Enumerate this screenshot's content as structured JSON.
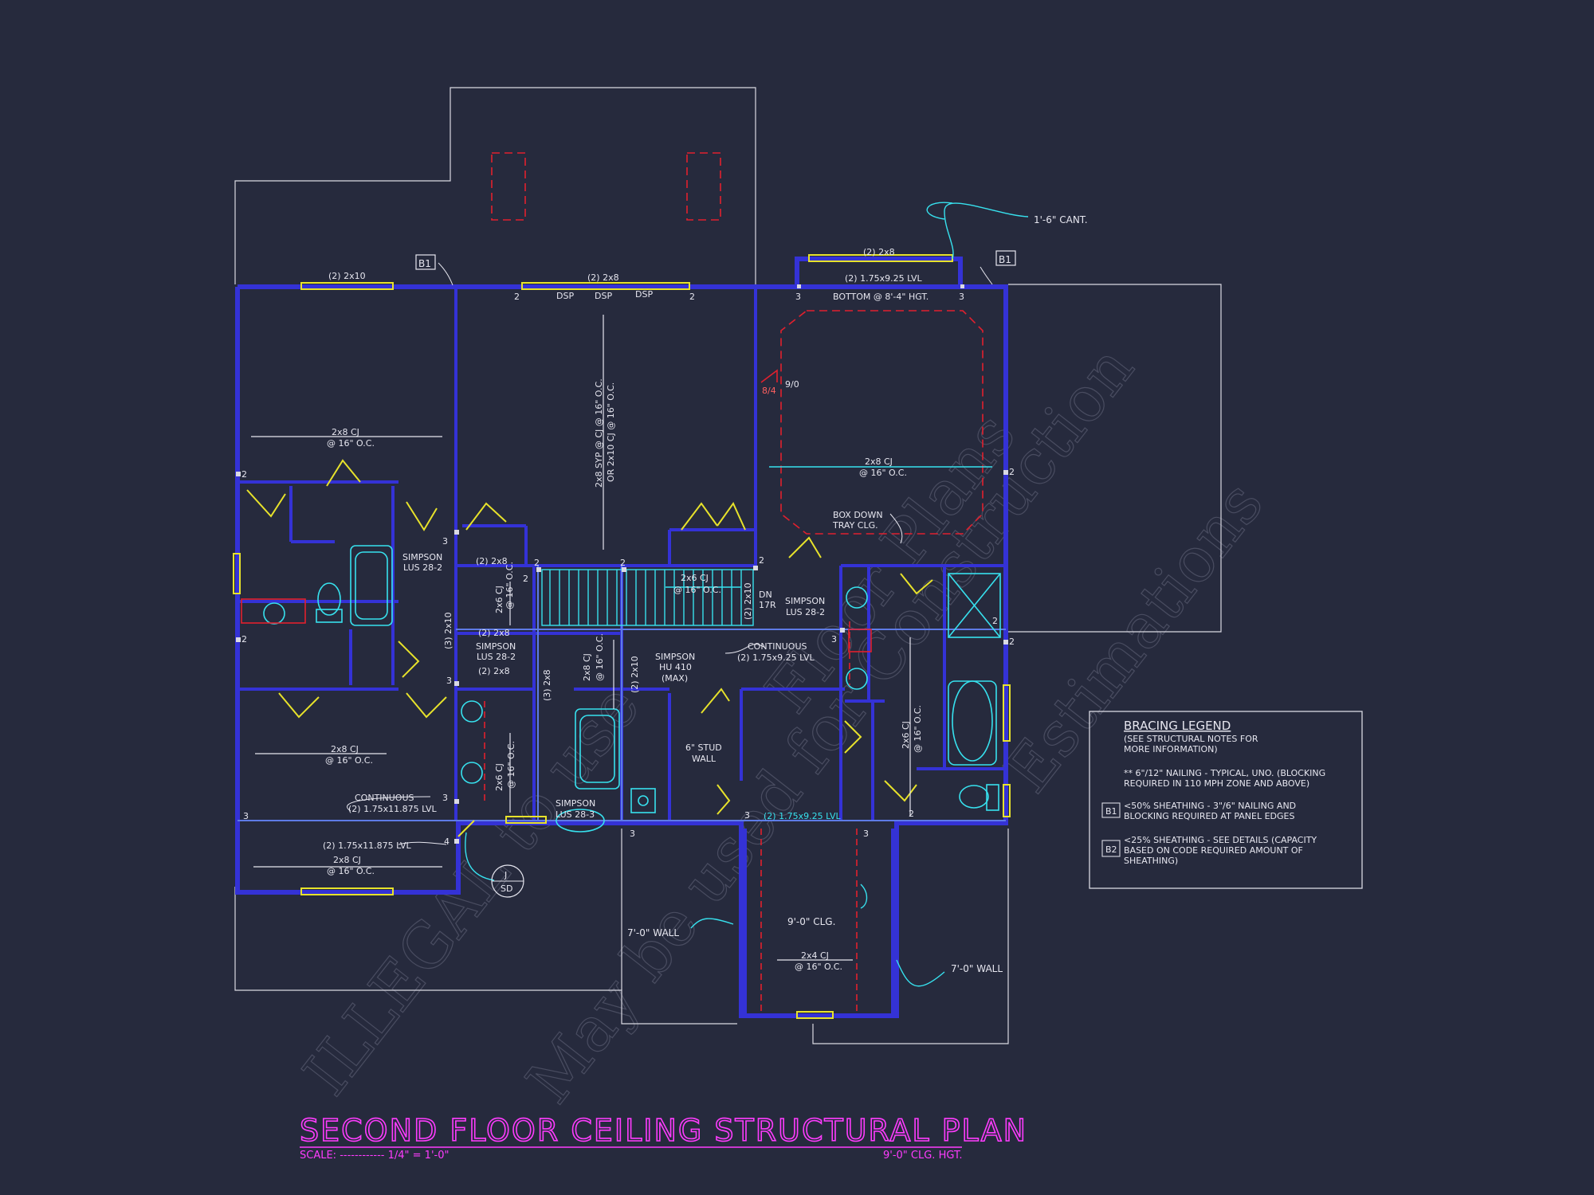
{
  "title": "SECOND FLOOR CEILING STRUCTURAL PLAN",
  "scale_label": "SCALE: ------------ 1/4\" = 1'-0\"",
  "ceiling_height_label": "9'-0\" CLG. HGT.",
  "watermark": {
    "line1": "ILLEGAL to use",
    "line2": "May be used for Construction",
    "line3": "Floor Plans",
    "line4": "Estimations"
  },
  "labels": {
    "cant": "1'-6\" CANT.",
    "b1_top_left": "B1",
    "b1_top_right": "B1",
    "hdr_2x10_top": "(2) 2x10",
    "hdr_2x8_top": "(2) 2x8",
    "hdr_2x8_right": "(2) 2x8",
    "lvl_top_right": "(2) 1.75x9.25 LVL",
    "bottom_hgt": "BOTTOM @ 8'-4\" HGT.",
    "dsp1": "DSP",
    "dsp2": "DSP",
    "dsp3": "DSP",
    "cj_left_top_1": "2x8 CJ",
    "cj_left_top_2": "@ 16\" O.C.",
    "cj_center_1": "2x8 SYP @ CJ @ 16\" O.C.",
    "cj_center_2": "OR 2x10 CJ @ 16\" O.C.",
    "cj_right_1": "2x8 CJ",
    "cj_right_2": "@ 16\" O.C.",
    "pitch1": "8/4",
    "pitch2": "9/0",
    "box_down_1": "BOX DOWN",
    "box_down_2": "TRAY CLG.",
    "simpson_lus_a_1": "SIMPSON",
    "simpson_lus_a_2": "LUS 28-2",
    "hdr_2x8_mid": "(2) 2x8",
    "cj_2x6_a_1": "2x6 CJ",
    "cj_2x6_a_2": "@ 16\" O.C.",
    "cj_2x6_stair_1": "2x6 CJ",
    "cj_2x6_stair_2": "@ 16\" O.C.",
    "hdr_2x10_stair": "(2) 2x10",
    "dn_1": "DN",
    "dn_2": "17R",
    "simpson_lus_b_1": "SIMPSON",
    "simpson_lus_b_2": "LUS 28-2",
    "hdr_3_2x10": "(3) 2x10",
    "hdr_2x8_small_1": "(2) 2x8",
    "simpson_lus_c_1": "SIMPSON",
    "simpson_lus_c_2": "LUS 28-2",
    "hdr_2x8_small_2": "(2) 2x8",
    "hdr_3_2x8": "(3) 2x8",
    "cj_2x8_vert_1": "2x8 CJ",
    "cj_2x8_vert_2": "@ 16\" O.C.",
    "hdr_2x10_vert": "(2) 2x10",
    "simpson_hu_1": "SIMPSON",
    "simpson_hu_2": "HU 410",
    "simpson_hu_3": "(MAX)",
    "continuous_mid_1": "CONTINUOUS",
    "continuous_mid_2": "(2) 1.75x9.25 LVL",
    "stud_wall_1": "6\" STUD",
    "stud_wall_2": "WALL",
    "cj_left_bottom_1": "2x8 CJ",
    "cj_left_bottom_2": "@ 16\" O.C.",
    "continuous_left_1": "CONTINUOUS",
    "continuous_left_2": "(2) 1.75x11.875 LVL",
    "lvl_left": "(2) 1.75x11.875 LVL",
    "cj_left_last_1": "2x8 CJ",
    "cj_left_last_2": "@ 16\" O.C.",
    "cj_2x6_bath_1": "2x6 CJ",
    "cj_2x6_bath_2": "@ 16\" O.C.",
    "simpson_lus_d_1": "SIMPSON",
    "simpson_lus_d_2": "LUS 28-3",
    "lvl_bottom": "(2) 1.75x9.25 LVL",
    "cj_2x6_right_1": "2x6 CJ",
    "cj_2x6_right_2": "@ 16\" O.C.",
    "sd_j": "J",
    "sd": "SD",
    "wall_7_left": "7'-0\" WALL",
    "clg_9": "9'-0\" CLG.",
    "cj_2x4_1": "2x4 CJ",
    "cj_2x4_2": "@ 16\" O.C.",
    "wall_7_right": "7'-0\" WALL",
    "n2_a": "2",
    "n2_b": "2",
    "n2_c": "2",
    "n2_d": "2",
    "n2_e": "2",
    "n2_f": "2",
    "n2_g": "2",
    "n2_h": "2",
    "n2_i": "2",
    "n2_j": "2",
    "n2_k": "2",
    "n2_l": "2",
    "n3_a": "3",
    "n3_b": "3",
    "n3_c": "3",
    "n3_d": "3",
    "n3_e": "3",
    "n3_f": "3",
    "n3_g": "3",
    "n3_h": "3",
    "n3_i": "3",
    "n3_j": "3",
    "n4_a": "4"
  },
  "legend": {
    "title": "BRACING LEGEND",
    "subtitle_1": "(SEE STRUCTURAL NOTES FOR",
    "subtitle_2": "MORE INFORMATION)",
    "note_1": "** 6\"/12\" NAILING - TYPICAL, UNO. (BLOCKING",
    "note_2": "REQUIRED IN 110 MPH ZONE AND ABOVE)",
    "b1_tag": "B1",
    "b1_1": "<50% SHEATHING - 3\"/6\" NAILING AND",
    "b1_2": "BLOCKING REQUIRED AT PANEL EDGES",
    "b2_tag": "B2",
    "b2_1": "<25% SHEATHING - SEE DETAILS (CAPACITY",
    "b2_2": "BASED ON CODE REQUIRED AMOUNT OF",
    "b2_3": "SHEATHING)"
  }
}
